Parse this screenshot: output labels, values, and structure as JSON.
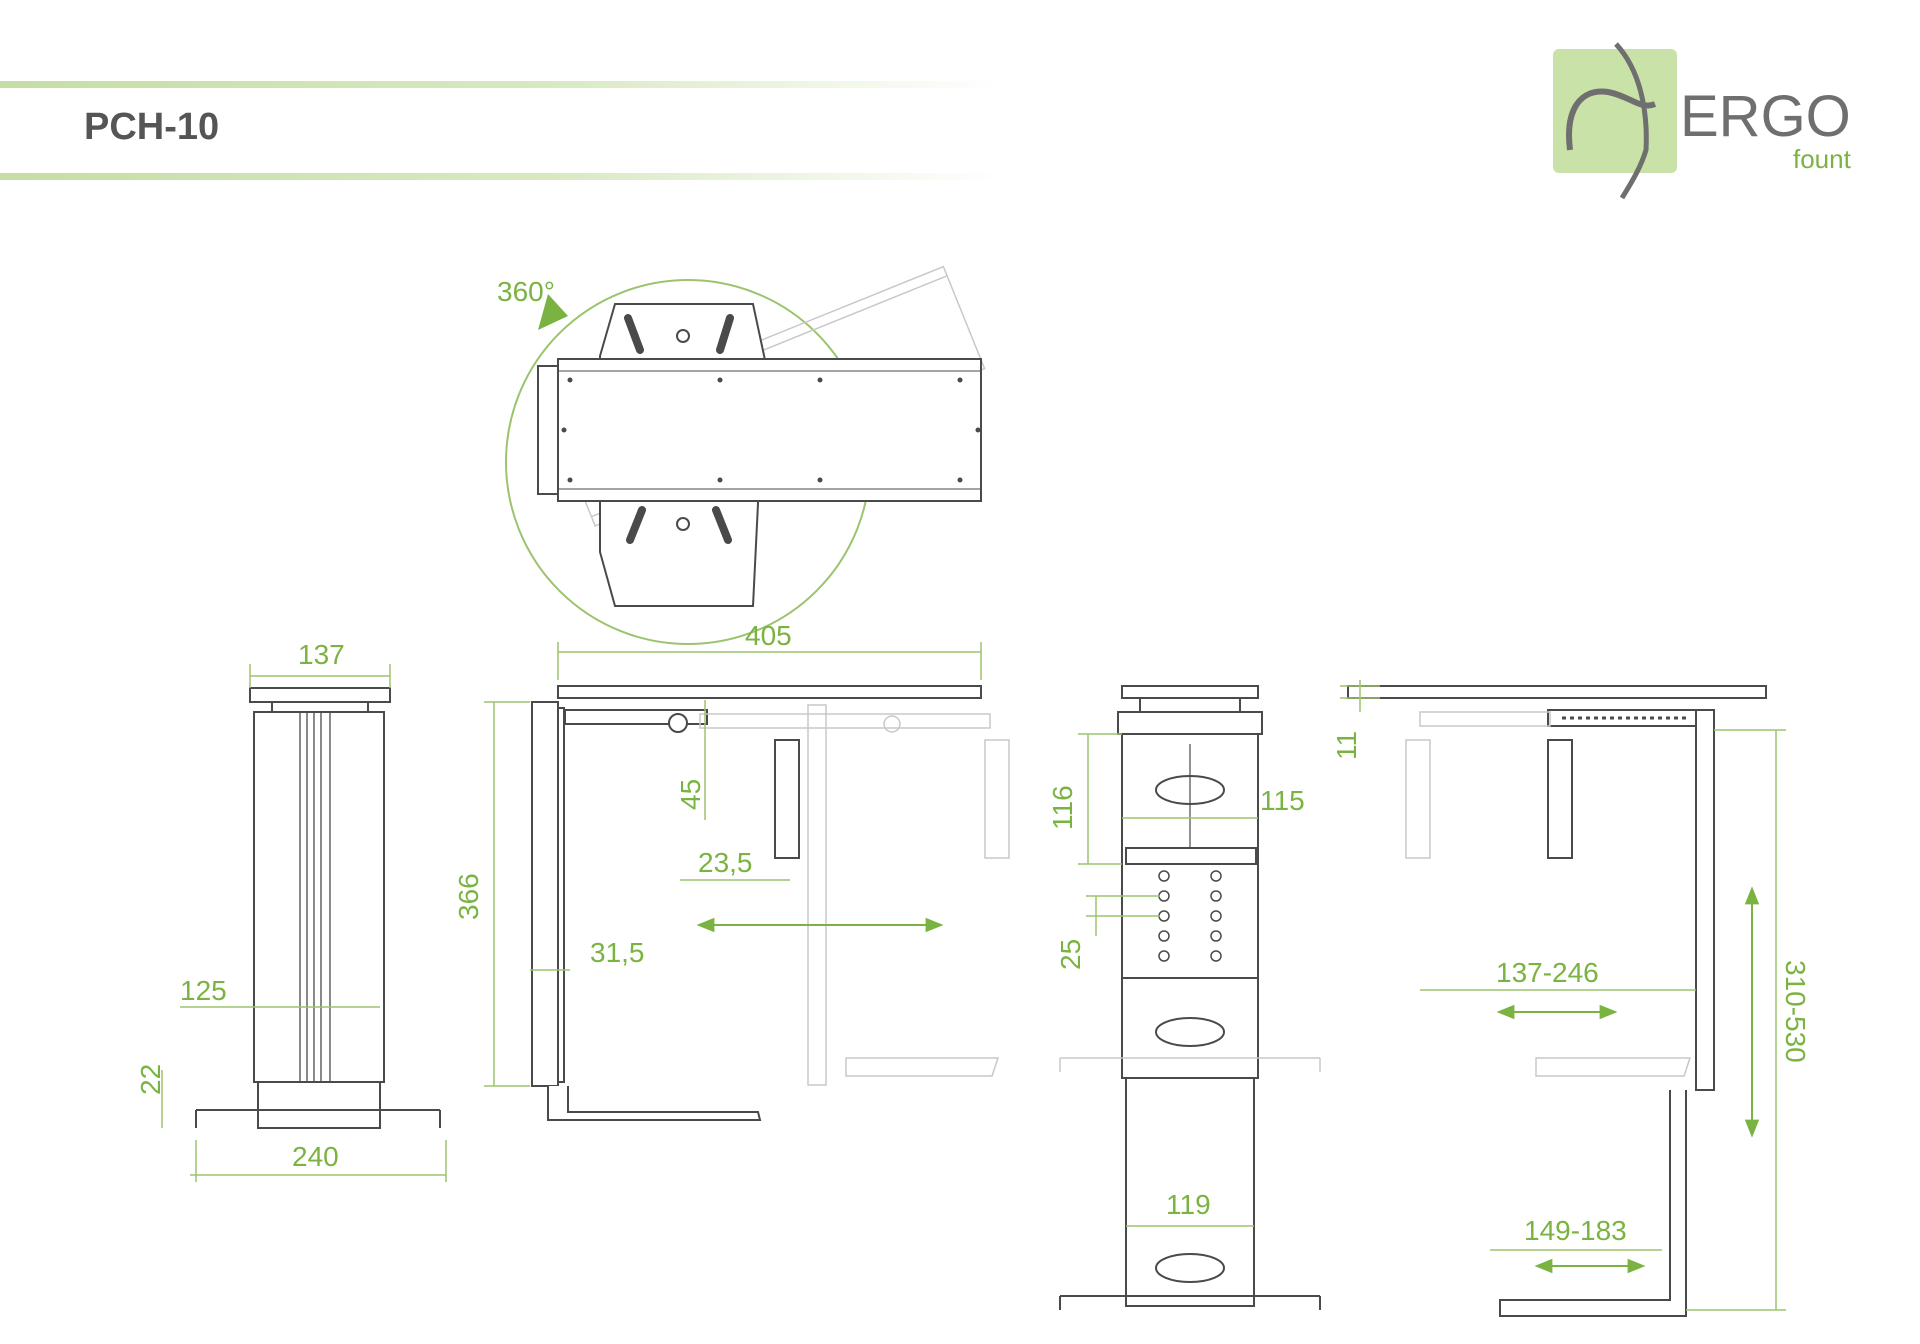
{
  "header": {
    "title": "PCH-10"
  },
  "logo": {
    "word": "ERGO",
    "sub": "fount"
  },
  "colors": {
    "accent": "#7ab342",
    "line": "#4a4a4a",
    "ghost": "#c8c8c8",
    "logo_bg": "#c9e2a8"
  },
  "top_view": {
    "rotation_label": "360°"
  },
  "dims": {
    "front_top_width": "137",
    "front_column_width": "125",
    "front_foot_height": "22",
    "front_base_width": "240",
    "side_top_length": "405",
    "side_height": "366",
    "side_bracket_drop": "45",
    "side_bracket_offset": "23,5",
    "side_column_offset": "31,5",
    "mid_upper_height": "116",
    "mid_upper_width": "115",
    "mid_hole_pitch": "25",
    "mid_lower_width": "119",
    "right_plate_thickness": "11",
    "right_width_range": "137-246",
    "right_height_range": "310-530",
    "right_base_range": "149-183"
  }
}
